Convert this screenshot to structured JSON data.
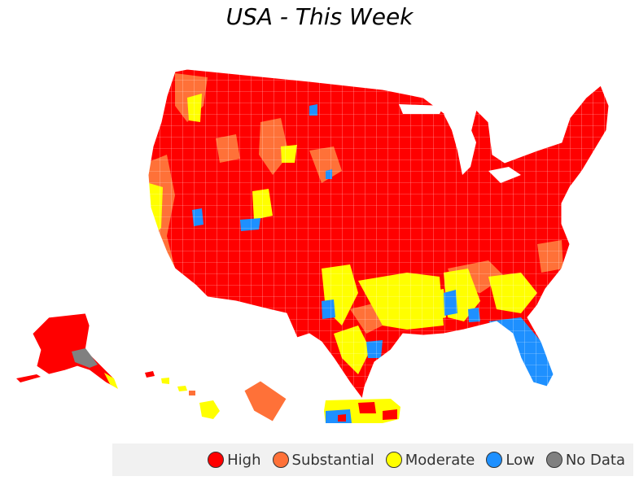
{
  "title": "USA - This Week",
  "colors": {
    "high": "#ff0000",
    "substantial": "#ff7138",
    "moderate": "#ffff00",
    "low": "#1e90ff",
    "no_data": "#808080",
    "border": "#ffffff"
  },
  "legend": [
    {
      "label": "High",
      "color": "#ff0000"
    },
    {
      "label": "Substantial",
      "color": "#ff7138"
    },
    {
      "label": "Moderate",
      "color": "#ffff00"
    },
    {
      "label": "Low",
      "color": "#1e90ff"
    },
    {
      "label": "No Data",
      "color": "#808080"
    }
  ]
}
